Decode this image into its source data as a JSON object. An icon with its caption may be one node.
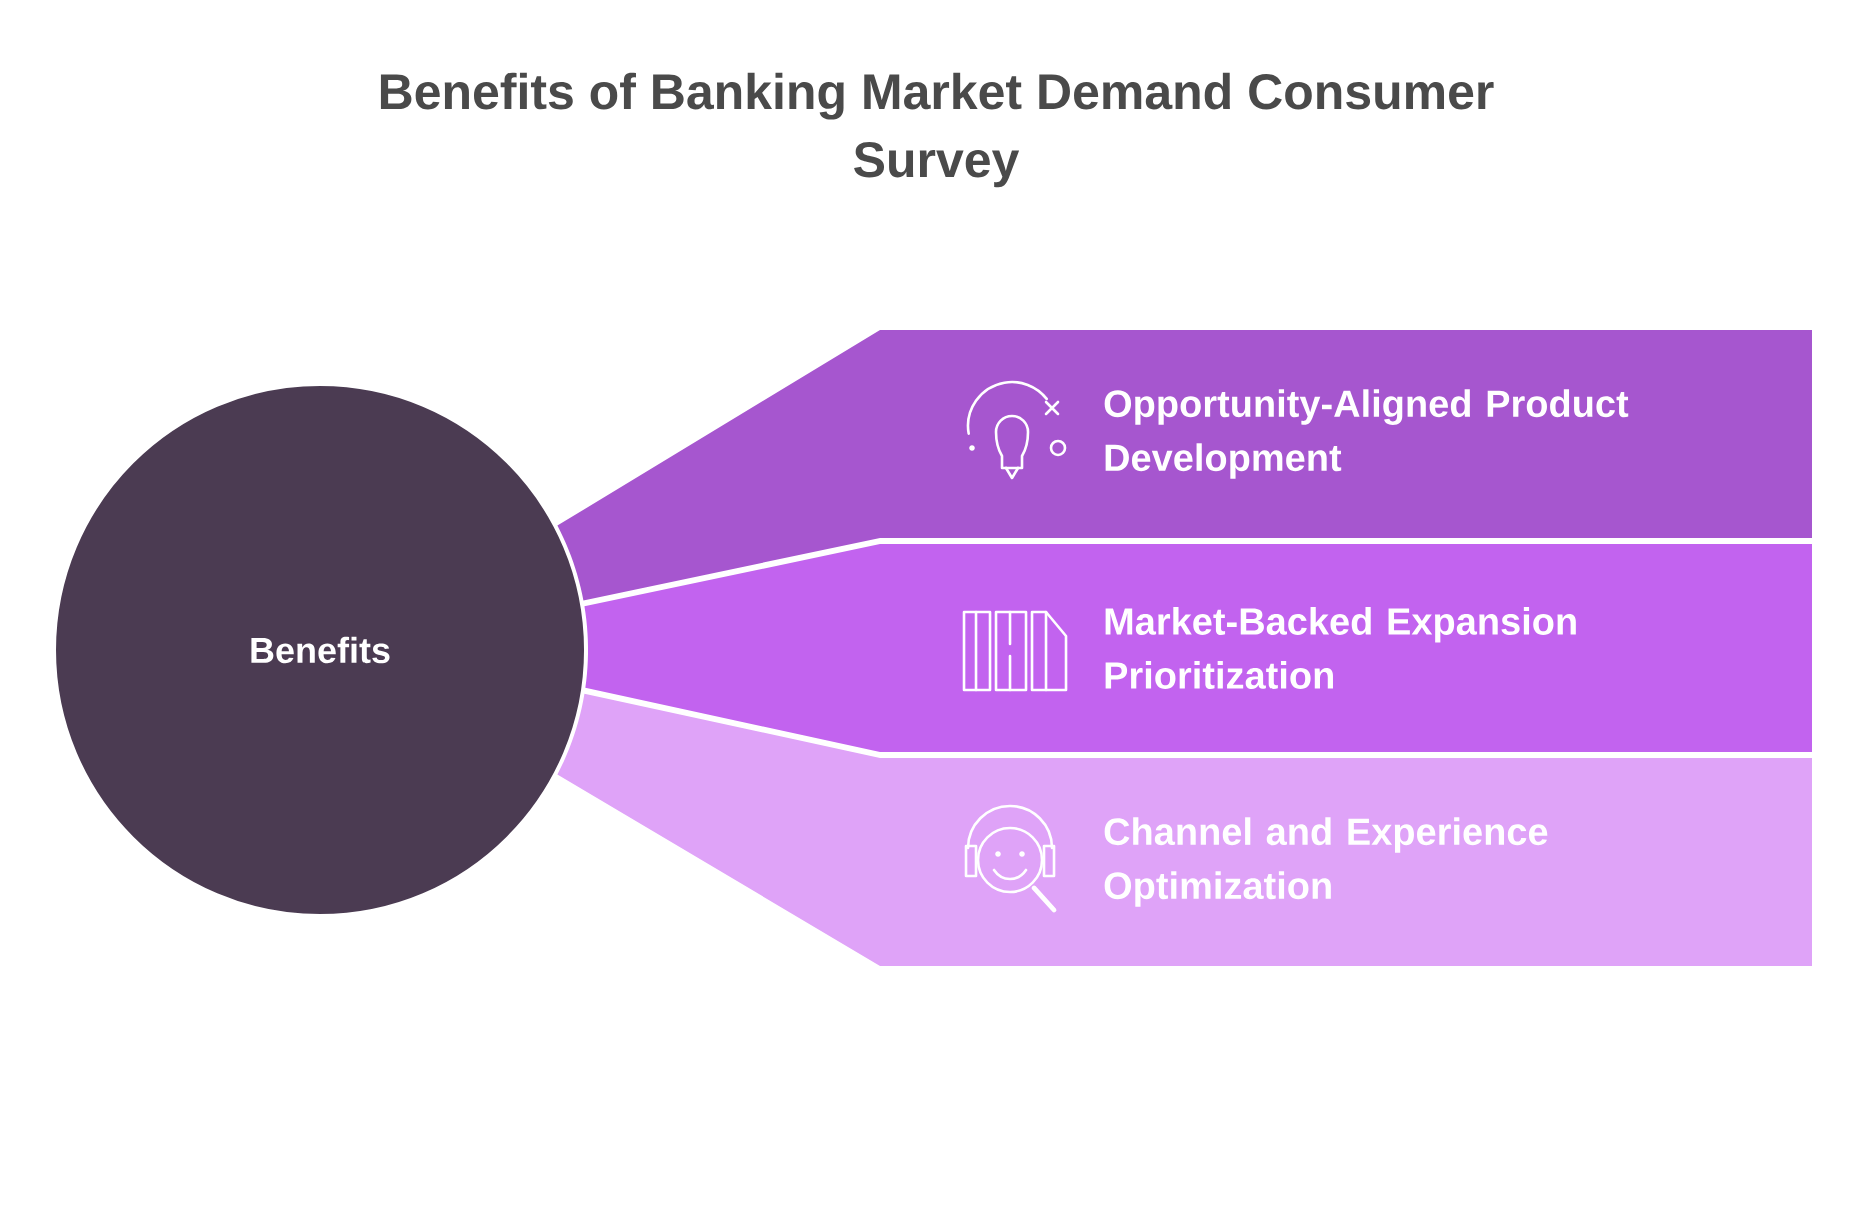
{
  "diagram": {
    "title": "Benefits of Banking Market Demand Consumer Survey",
    "nodes": [
      {
        "text": [
          "Benefits"
        ]
      },
      {
        "text": [
          "Opportunity-Aligned Product Development"
        ]
      },
      {
        "text": [
          "Market-Backed Expansion Prioritization"
        ]
      },
      {
        "text": [
          "Channel and Experience Optimization"
        ]
      }
    ]
  }
}
